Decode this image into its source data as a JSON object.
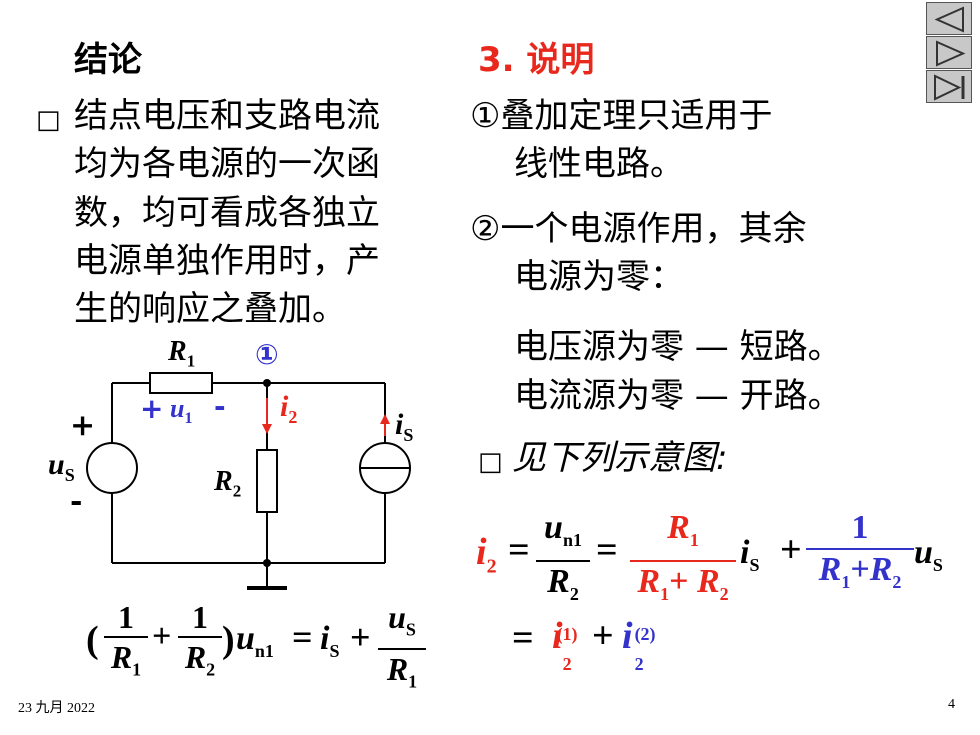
{
  "slide": {
    "left_heading": "结论",
    "right_heading": "3. 说明",
    "bullet_mark": "□",
    "conclusion_lines": [
      "结点电压和支路电流",
      "均为各电源的一次函",
      "数，均可看成各独立",
      "电源单独作用时，产",
      "生的响应之叠加。"
    ],
    "note1_lines": [
      "①叠加定理只适用于",
      "线性电路。"
    ],
    "note2_lines": [
      "②一个电源作用，其余",
      "电源为零："
    ],
    "voltage_source_rule": "电压源为零 — 短路。",
    "current_source_rule": "电流源为零 — 开路。",
    "see_figure": "见下列示意图:",
    "footer_date": "23 九月 2022",
    "page_number": "4"
  },
  "circuit": {
    "r1": "R",
    "r1_sub": "1",
    "node": "①",
    "plus": "+",
    "minus": "-",
    "u1": "u",
    "u1_sub": "1",
    "i2": "i",
    "i2_sub": "2",
    "is": "i",
    "is_sub": "S",
    "us": "u",
    "us_sub": "S",
    "r2": "R",
    "r2_sub": "2"
  },
  "node_equation": {
    "open_paren": "(",
    "one": "1",
    "plus": "+",
    "r1": "R",
    "r1_sub": "1",
    "r2": "R",
    "r2_sub": "2",
    "close_paren": ")",
    "un": "u",
    "un_sub": "n1",
    "equals": "=",
    "is": "i",
    "is_sub": "S",
    "us": "u",
    "us_sub": "S"
  },
  "result_equation": {
    "i2": "i",
    "i2_sub": "2",
    "equals": "=",
    "un": "u",
    "un_sub": "n1",
    "r2": "R",
    "r2_sub": "2",
    "r1": "R",
    "r1_sub": "1",
    "plus": "+",
    "is": "i",
    "is_sub": "S",
    "one": "1",
    "us": "u",
    "us_sub": "S",
    "sup1": "(1)",
    "sup2": "(2)"
  },
  "colors": {
    "red": "#e8271d",
    "blue": "#3333cc",
    "nav_bg": "#c8c8c8"
  },
  "nav": {
    "prev_icon": "previous-triangle-icon",
    "next_icon": "next-triangle-icon",
    "end_icon": "last-slide-icon"
  }
}
